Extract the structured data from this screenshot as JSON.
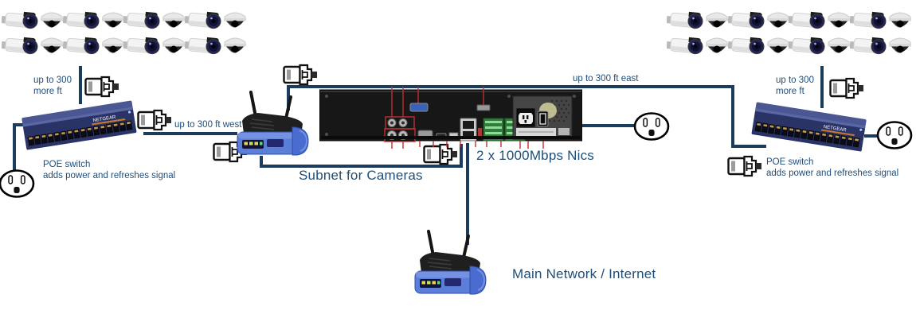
{
  "colors": {
    "wire": "#1c3c5e",
    "label": "#1f4e79",
    "annotation": "#c03030"
  },
  "labels": {
    "left_cable_note": "up to 300\nmore ft",
    "run_west": "up to 300 ft west",
    "run_east": "up to 300 ft east",
    "poe_left_title": "POE switch",
    "poe_left_subtitle": "adds power and refreshes signal",
    "right_cable_note": "up to 300\nmore ft",
    "poe_right_title": "POE switch",
    "poe_right_subtitle": "adds power and refreshes signal",
    "subnet": "Subnet for Cameras",
    "nics": "2 x 1000Mbps Nics",
    "main_network": "Main Network / Internet"
  },
  "devices": {
    "switch_brand": "NETGEAR",
    "camera_clusters": [
      {
        "side": "left",
        "pairs": 8
      },
      {
        "side": "right",
        "pairs": 8
      }
    ]
  }
}
